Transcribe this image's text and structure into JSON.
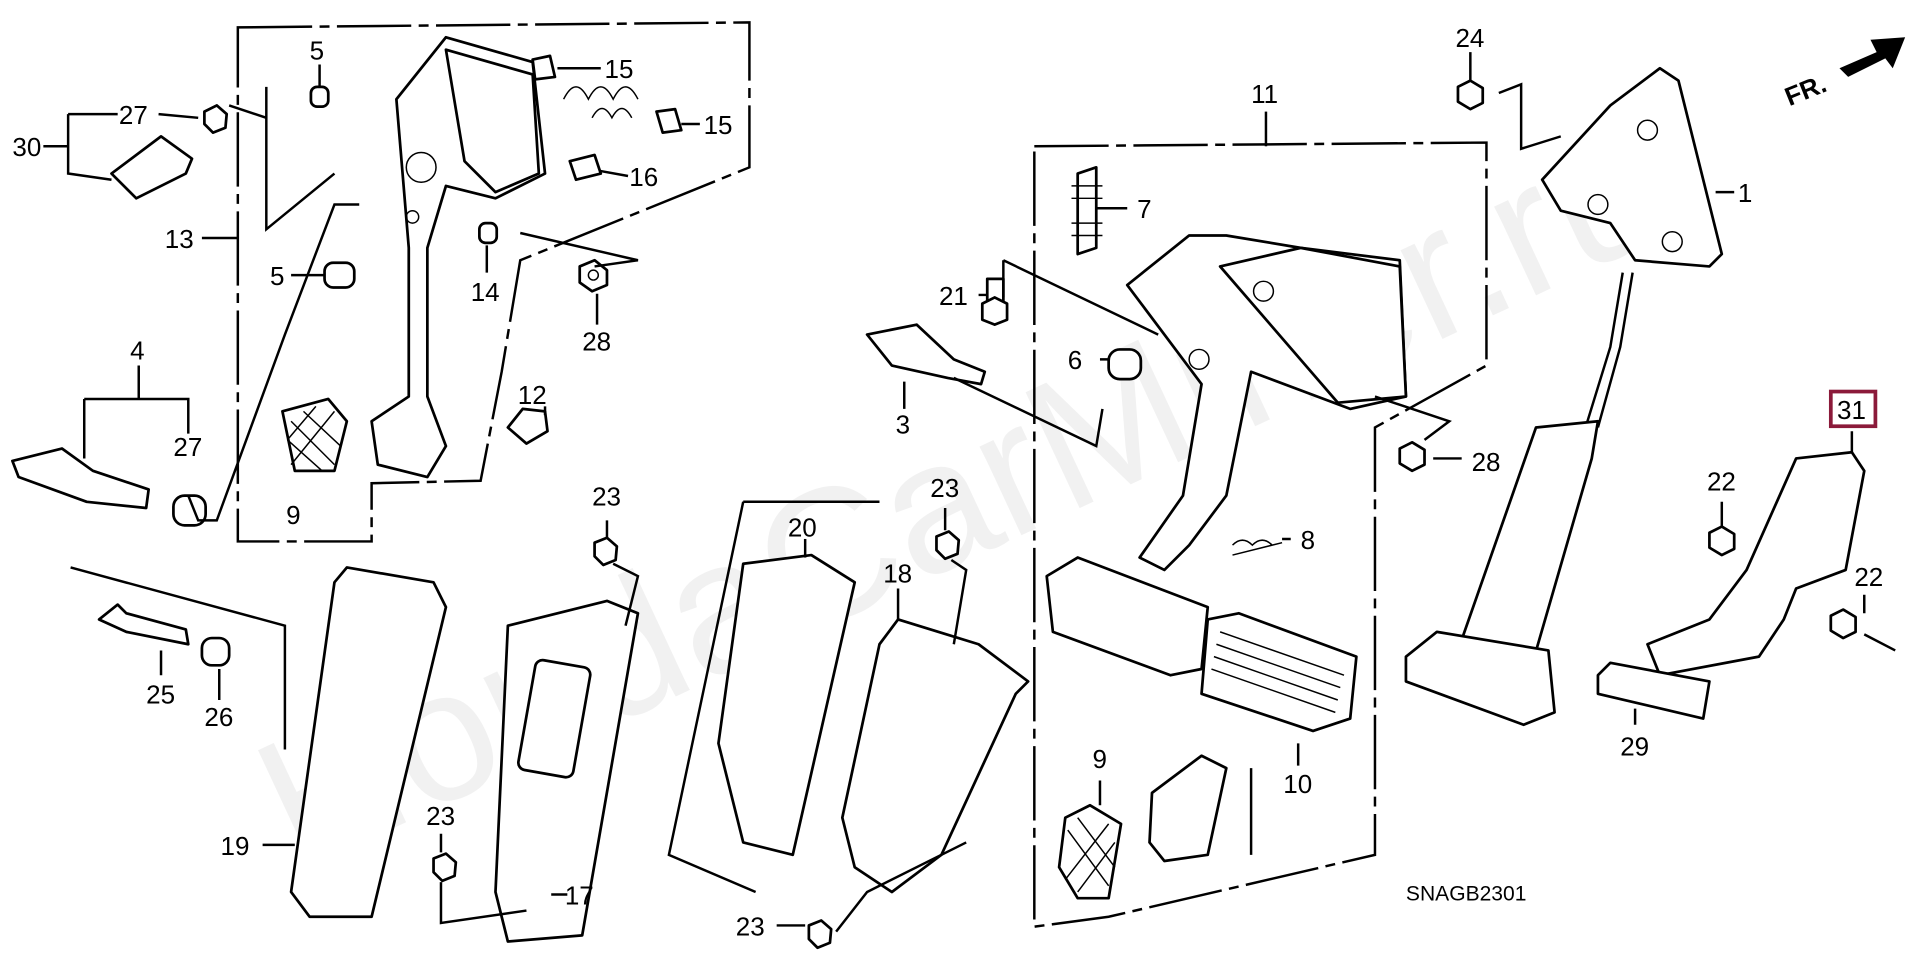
{
  "diagram": {
    "code": "SNAGB2301",
    "direction_label": "FR.",
    "watermark": "HondaCarMiner.ru",
    "highlight_color": "#8b1a3a",
    "labels": {
      "p1": "1",
      "p3": "3",
      "p4": "4",
      "p5a": "5",
      "p5b": "5",
      "p6": "6",
      "p7": "7",
      "p8": "8",
      "p9a": "9",
      "p9b": "9",
      "p10": "10",
      "p11": "11",
      "p12": "12",
      "p13": "13",
      "p14": "14",
      "p15a": "15",
      "p15b": "15",
      "p16": "16",
      "p17": "17",
      "p18": "18",
      "p19": "19",
      "p20": "20",
      "p21": "21",
      "p22a": "22",
      "p22b": "22",
      "p23a": "23",
      "p23b": "23",
      "p23c": "23",
      "p23d": "23",
      "p24": "24",
      "p25": "25",
      "p26": "26",
      "p27a": "27",
      "p27b": "27",
      "p28a": "28",
      "p28b": "28",
      "p29": "29",
      "p30": "30",
      "p31": "31"
    }
  }
}
